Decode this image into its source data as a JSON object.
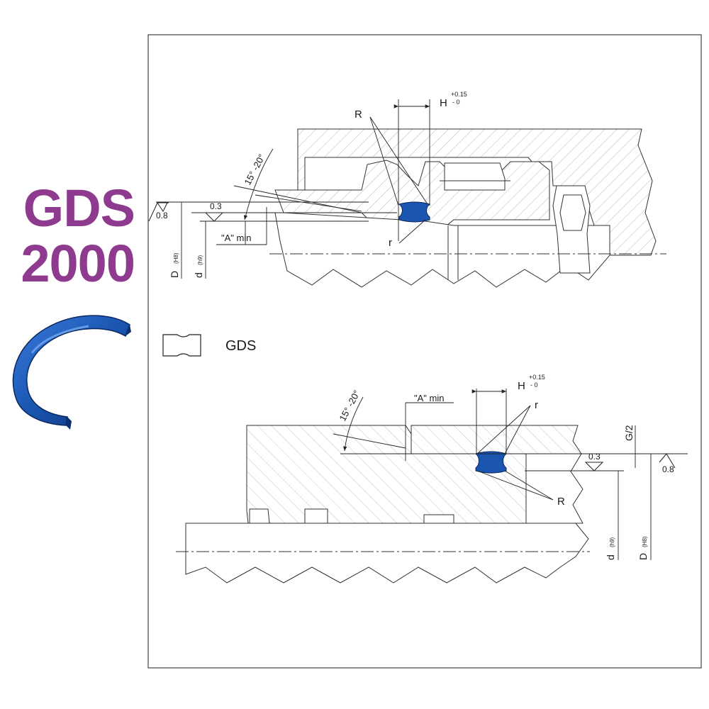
{
  "product": {
    "title_line1": "GDS",
    "title_line2": "2000",
    "brand_color": "#8e3a8e",
    "seal_color": "#1a56b0"
  },
  "top_drawing": {
    "label_R": "R",
    "label_r": "r",
    "label_H": "H",
    "tol_H_upper": "+0.15",
    "tol_H_lower": "- 0",
    "angle": "15° -20°",
    "surface_08": "0.8",
    "surface_03": "0.3",
    "a_min": "\"A\" min",
    "dim_D": "D",
    "fit_D": "(H8)",
    "dim_d": "d",
    "fit_d": "(h9)"
  },
  "legend": {
    "label": "GDS",
    "icon": "seal-profile-icon"
  },
  "bottom_drawing": {
    "label_H": "H",
    "tol_H_upper": "+0.15",
    "tol_H_lower": "- 0",
    "label_r": "r",
    "label_R": "R",
    "angle": "15° -20°",
    "a_min": "\"A\" min",
    "g_half": "G/2",
    "surface_03": "0.3",
    "surface_08": "0.8",
    "dim_d": "d",
    "fit_d": "(h9)",
    "dim_D": "D",
    "fit_D": "(H8)"
  }
}
